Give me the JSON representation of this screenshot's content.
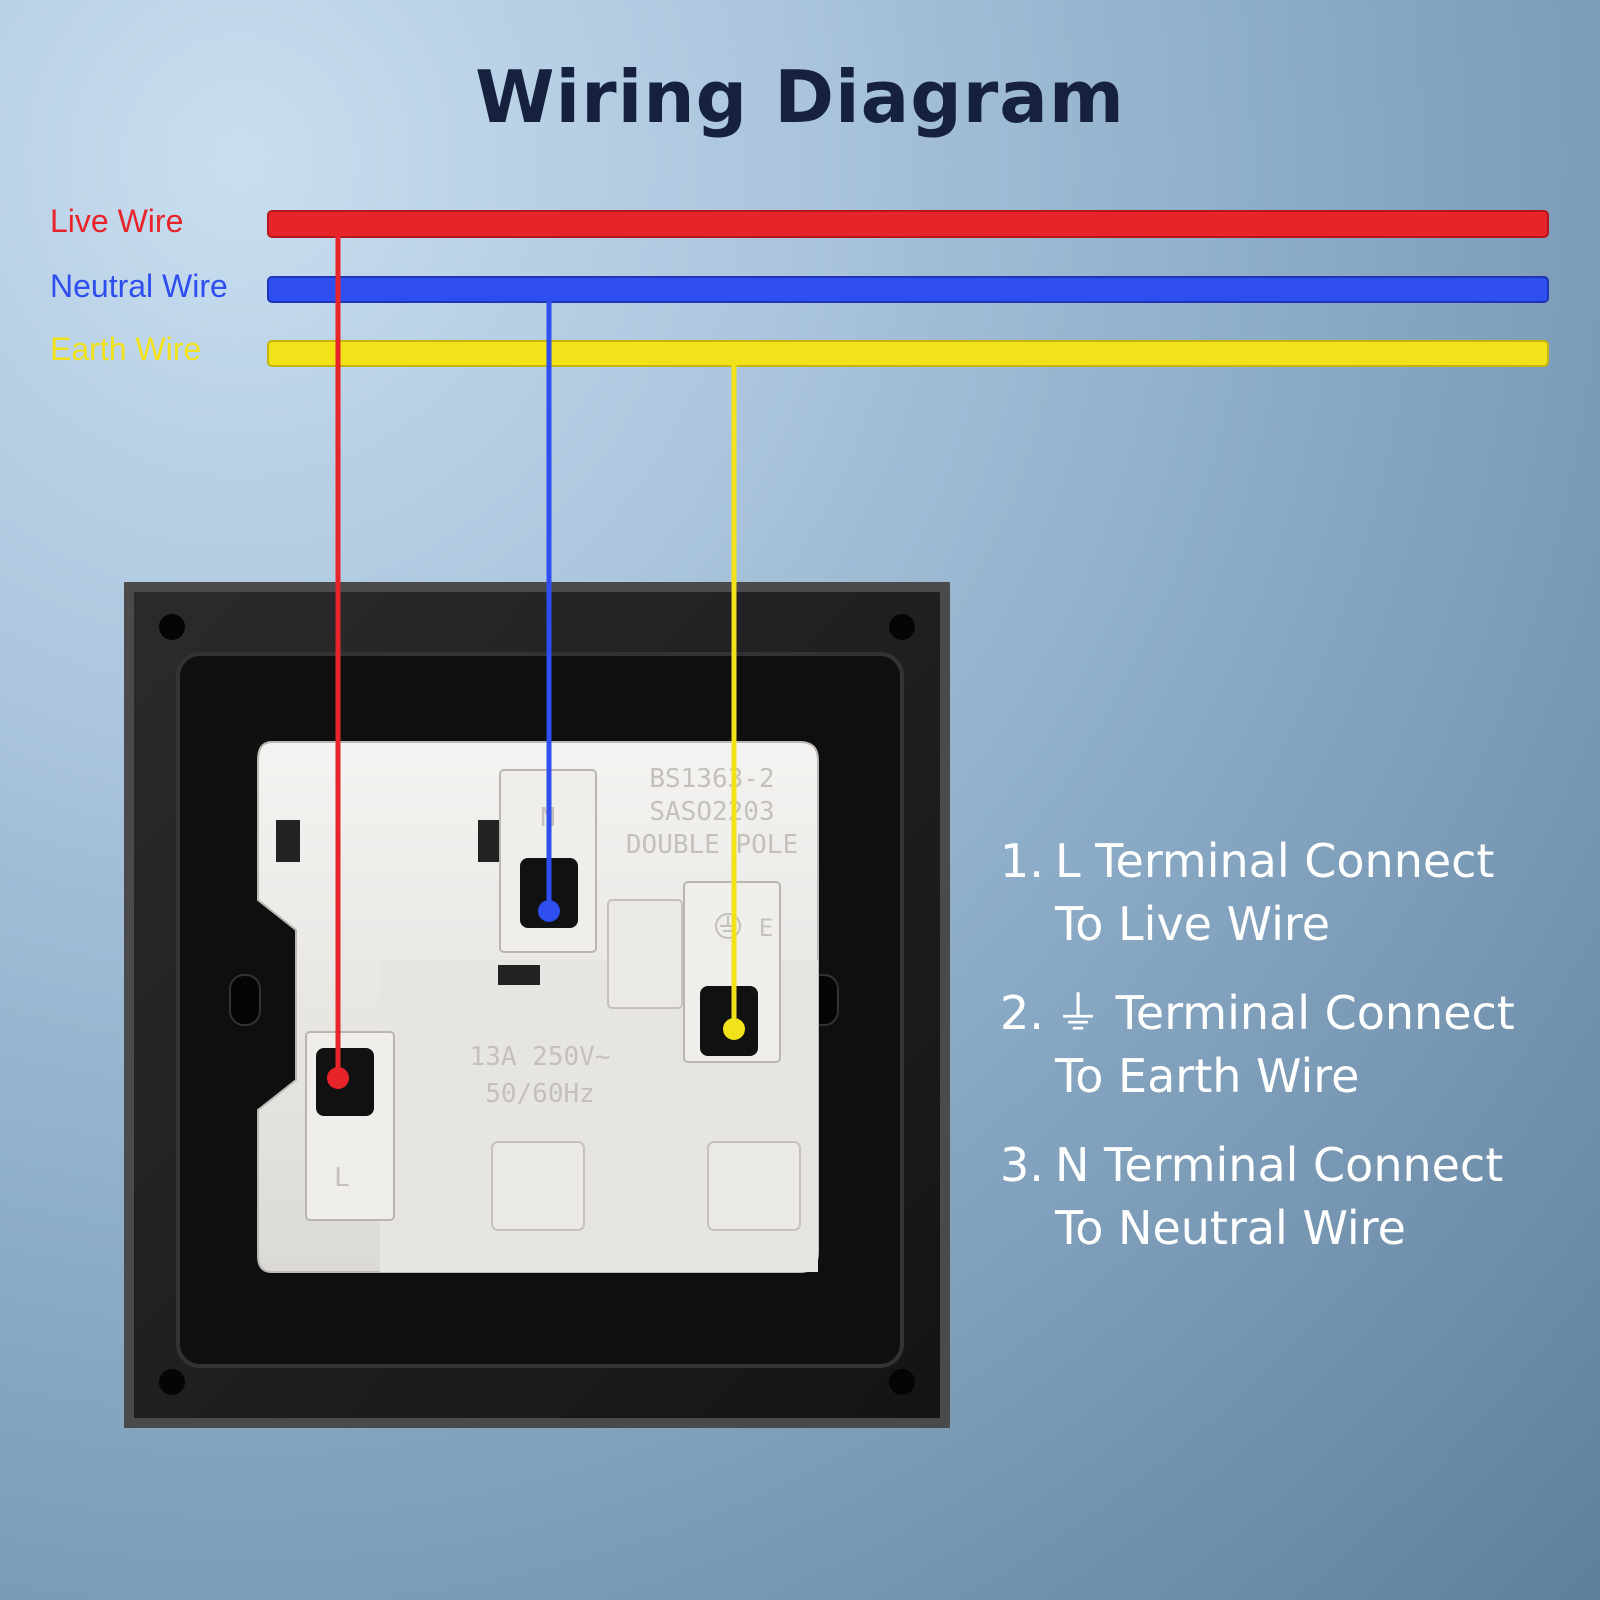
{
  "title": "Wiring Diagram",
  "wires": [
    {
      "label": "Live Wire",
      "color": "#e8242b"
    },
    {
      "label": "Neutral Wire",
      "color": "#2f4ef0"
    },
    {
      "label": "Earth Wire",
      "color": "#f2e21a"
    }
  ],
  "socket": {
    "markings": {
      "standard_1": "BS1363-2",
      "standard_2": "SASO2203",
      "pole": "DOUBLE POLE",
      "rating_1": "13A 250V~",
      "rating_2": "50/60Hz",
      "terminal_l": "L",
      "terminal_n": "N",
      "terminal_e": "E"
    }
  },
  "instructions": [
    {
      "number": "1.",
      "text": "L Terminal Connect\nTo Live Wire"
    },
    {
      "number": "2.",
      "text": "⏚ Terminal Connect\nTo Earth Wire"
    },
    {
      "number": "3.",
      "text": "N Terminal Connect\nTo Neutral Wire"
    }
  ]
}
